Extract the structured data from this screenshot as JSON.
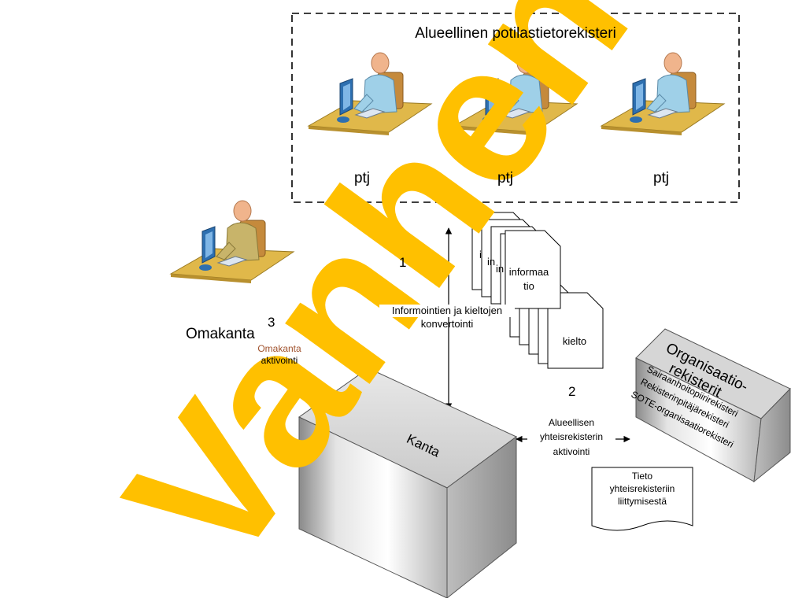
{
  "region": {
    "title": "Alueellinen potilastietorekisteri",
    "workstation_labels": [
      "ptj",
      "ptj",
      "ptj"
    ]
  },
  "omakanta": {
    "title": "Omakanta",
    "step": "3",
    "activation": [
      "Omakanta",
      "aktivointi"
    ]
  },
  "conversion": {
    "step": "1",
    "label_line1": "Informointien ja kieltojen",
    "label_line2": "konvertointi",
    "doc_stack_top": [
      "informaa",
      "tio"
    ],
    "doc_peek_letters": [
      "i",
      "in",
      "in"
    ],
    "doc_stack_bottom": "kielto"
  },
  "kanta": {
    "label": "Kanta"
  },
  "activation": {
    "step": "2",
    "lines": [
      "Alueellisen",
      "yhteisrekisterin",
      "aktivointi"
    ]
  },
  "info_doc": {
    "lines": [
      "Tieto",
      "yhteisrekisteriin",
      "liittymisestä"
    ]
  },
  "org_registry": {
    "title_line1": "Organisaatio-",
    "title_line2": "rekisterit",
    "items": [
      "Sairaanhoitopiirirekisteri",
      "Rekisterinpitäjärekisteri",
      "SOTE-organisaatiorekisteri"
    ]
  },
  "watermark": {
    "text": "Vanhentunut"
  },
  "colors": {
    "watermark": "#ffc000",
    "person_skin": "#f0b48c",
    "person_shirt_blue": "#9fd0e8",
    "person_shirt_olive": "#c8b46a",
    "desk": "#e0b84a",
    "monitor": "#2d6fb0",
    "box_face": "#d9d9d9"
  }
}
